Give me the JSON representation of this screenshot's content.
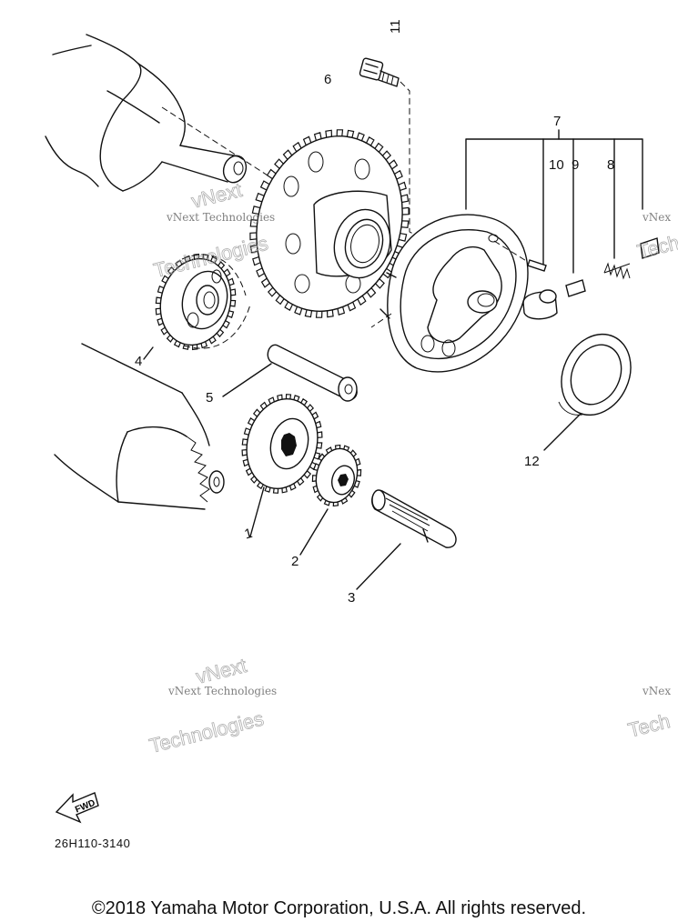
{
  "diagram": {
    "callouts": [
      {
        "id": "1",
        "text": "1"
      },
      {
        "id": "2",
        "text": "2"
      },
      {
        "id": "3",
        "text": "3"
      },
      {
        "id": "4",
        "text": "4"
      },
      {
        "id": "5",
        "text": "5"
      },
      {
        "id": "6",
        "text": "6"
      },
      {
        "id": "7",
        "text": "7"
      },
      {
        "id": "8",
        "text": "8"
      },
      {
        "id": "9",
        "text": "9"
      },
      {
        "id": "10",
        "text": "10"
      },
      {
        "id": "11",
        "text": "11"
      },
      {
        "id": "12",
        "text": "12"
      }
    ],
    "fwd_label": "FWD",
    "part_code": "26H110-3140"
  },
  "watermark": {
    "brand_small": "vNext Technologies",
    "brand_small_cut": "vNex",
    "brand_big_top": "vNext",
    "brand_big_bottom": "Technologies",
    "brand_big_cut": "Tech"
  },
  "footer": {
    "copyright": "©2018 Yamaha Motor Corporation, U.S.A. All rights reserved."
  }
}
